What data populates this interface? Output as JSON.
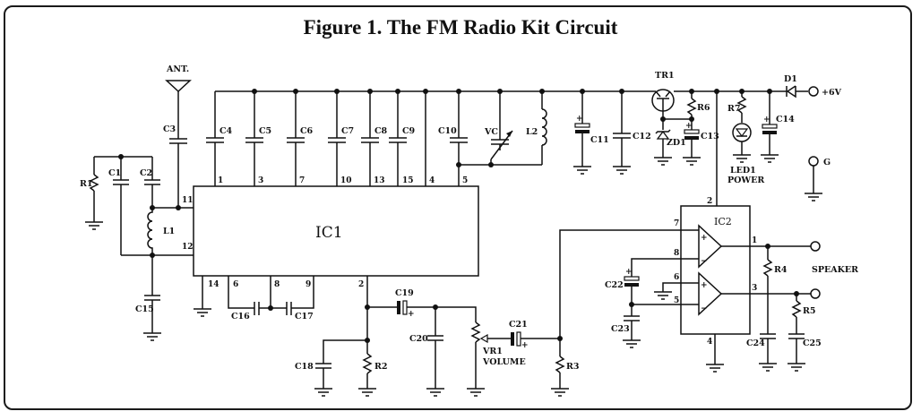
{
  "title": "Figure 1. The FM Radio Kit Circuit",
  "colors": {
    "ink": "#111111",
    "background": "#ffffff"
  },
  "components": {
    "antenna": "ANT.",
    "ic1": "IC1",
    "ic2": "IC2",
    "capacitors": [
      "C1",
      "C2",
      "C3",
      "C4",
      "C5",
      "C6",
      "C7",
      "C8",
      "C9",
      "C10",
      "C11",
      "C12",
      "C13",
      "C14",
      "C15",
      "C16",
      "C17",
      "C18",
      "C19",
      "C20",
      "C21",
      "C22",
      "C23",
      "C24",
      "C25"
    ],
    "resistors": [
      "R1",
      "R2",
      "R3",
      "R4",
      "R5",
      "R6",
      "R7"
    ],
    "inductors": [
      "L1",
      "L2"
    ],
    "variable_capacitor": "VC",
    "transistor": "TR1",
    "zener": "ZD1",
    "diode": "D1",
    "led": "LED1",
    "led_caption": "POWER",
    "potentiometer": "VR1",
    "potentiometer_caption": "VOLUME",
    "supply": "+6V",
    "ground_terminal": "G",
    "speaker": "SPEAKER"
  },
  "ic1_pins": {
    "p1": "1",
    "p3": "3",
    "p7": "7",
    "p10": "10",
    "p13": "13",
    "p15": "15",
    "p4": "4",
    "p5": "5",
    "p11": "11",
    "p12": "12",
    "p14": "14",
    "p6": "6",
    "p8": "8",
    "p9": "9",
    "p2": "2"
  },
  "ic2_pins": {
    "p2": "2",
    "p7": "7",
    "p8": "8",
    "p6": "6",
    "p5": "5",
    "p1": "1",
    "p3": "3",
    "p4": "4"
  },
  "polarity": "+"
}
